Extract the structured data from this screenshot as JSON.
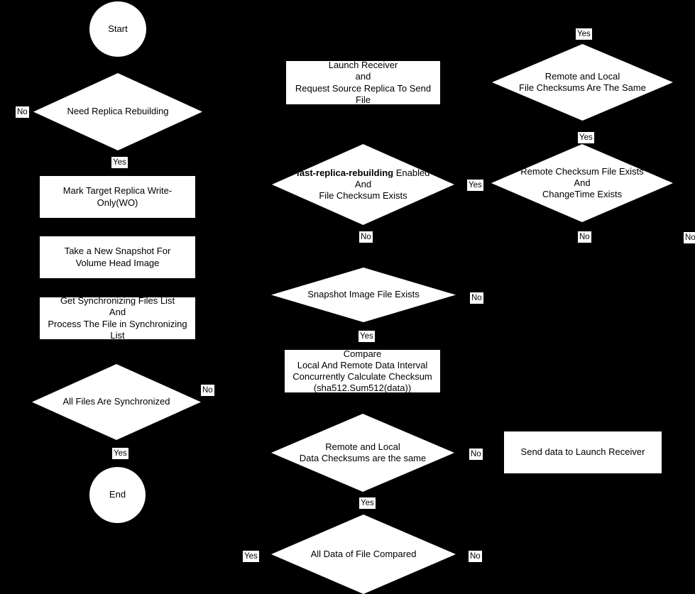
{
  "diagram": {
    "background": "#000000",
    "node_fill": "#ffffff",
    "node_text_color": "#000000",
    "type": "flowchart",
    "topic": "replica rebuilding / file synchronization flow"
  },
  "nodes": {
    "start": {
      "label": "Start"
    },
    "need_replica_rebuilding": {
      "label": "Need Replica Rebuilding"
    },
    "mark_target_replica": {
      "label": "Mark Target Replica Write-Only(WO)"
    },
    "take_new_snapshot": {
      "label": "Take a New Snapshot For\nVolume Head Image"
    },
    "get_sync_files": {
      "label": "Get Synchronizing Files List\nAnd\nProcess The File in Synchronizing List"
    },
    "all_files_synchronized": {
      "label": "All Files Are Synchronized"
    },
    "end": {
      "label": "End"
    },
    "launch_receiver": {
      "label": "Launch Receiver\nand\nRequest Source Replica To Send File"
    },
    "fast_replica_rebuilding": {
      "label_bold": "fast-replica-rebuilding",
      "label_rest": " Enabled\nAnd\nFile Checksum Exists"
    },
    "snapshot_image_exists": {
      "label": "Snapshot Image File Exists"
    },
    "compare_checksum": {
      "label": "Compare\nLocal And Remote Data Interval\nConcurrently Calculate Checksum\n(sha512.Sum512(data))"
    },
    "data_checksums_same": {
      "label": "Remote and Local\nData Checksums are the same"
    },
    "all_data_compared": {
      "label": "All Data of File Compared"
    },
    "file_checksums_same": {
      "label": "Remote and Local\nFile Checksums Are The Same"
    },
    "remote_checksum_exists": {
      "label": "Remote Checksum File Exists\nAnd\nChangeTime Exists"
    },
    "send_data": {
      "label": "Send data to Launch Receiver"
    }
  },
  "edge_labels": {
    "need_replica_no": "No",
    "need_replica_yes": "Yes",
    "all_files_no": "No",
    "all_files_yes": "Yes",
    "file_checksums_incoming_yes": "Yes",
    "file_checksums_yes": "Yes",
    "fast_replica_yes": "Yes",
    "fast_replica_no": "No",
    "snapshot_no": "No",
    "snapshot_yes": "Yes",
    "data_checksums_no": "No",
    "data_checksums_yes": "Yes",
    "all_data_yes": "Yes",
    "all_data_no": "No",
    "remote_checksum_no": "No",
    "far_right_no": "No"
  }
}
